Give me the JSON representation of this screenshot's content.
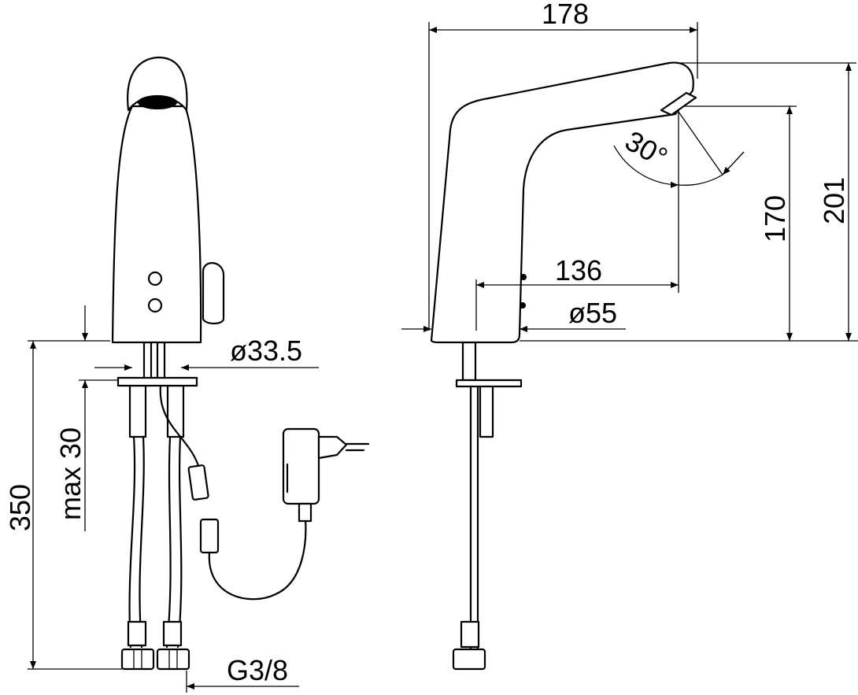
{
  "drawing": {
    "front_view": {
      "dim_height": "350",
      "dim_max_thickness": "max 30",
      "dim_pipe_diameter": "ø33.5",
      "dim_thread": "G3/8"
    },
    "side_view": {
      "dim_length": "178",
      "dim_spray_angle": "30°",
      "dim_outlet_height": "170",
      "dim_total_height": "201",
      "dim_reach": "136",
      "dim_base_diameter": "ø55"
    },
    "colors": {
      "line": "#000000",
      "background": "#ffffff"
    }
  }
}
